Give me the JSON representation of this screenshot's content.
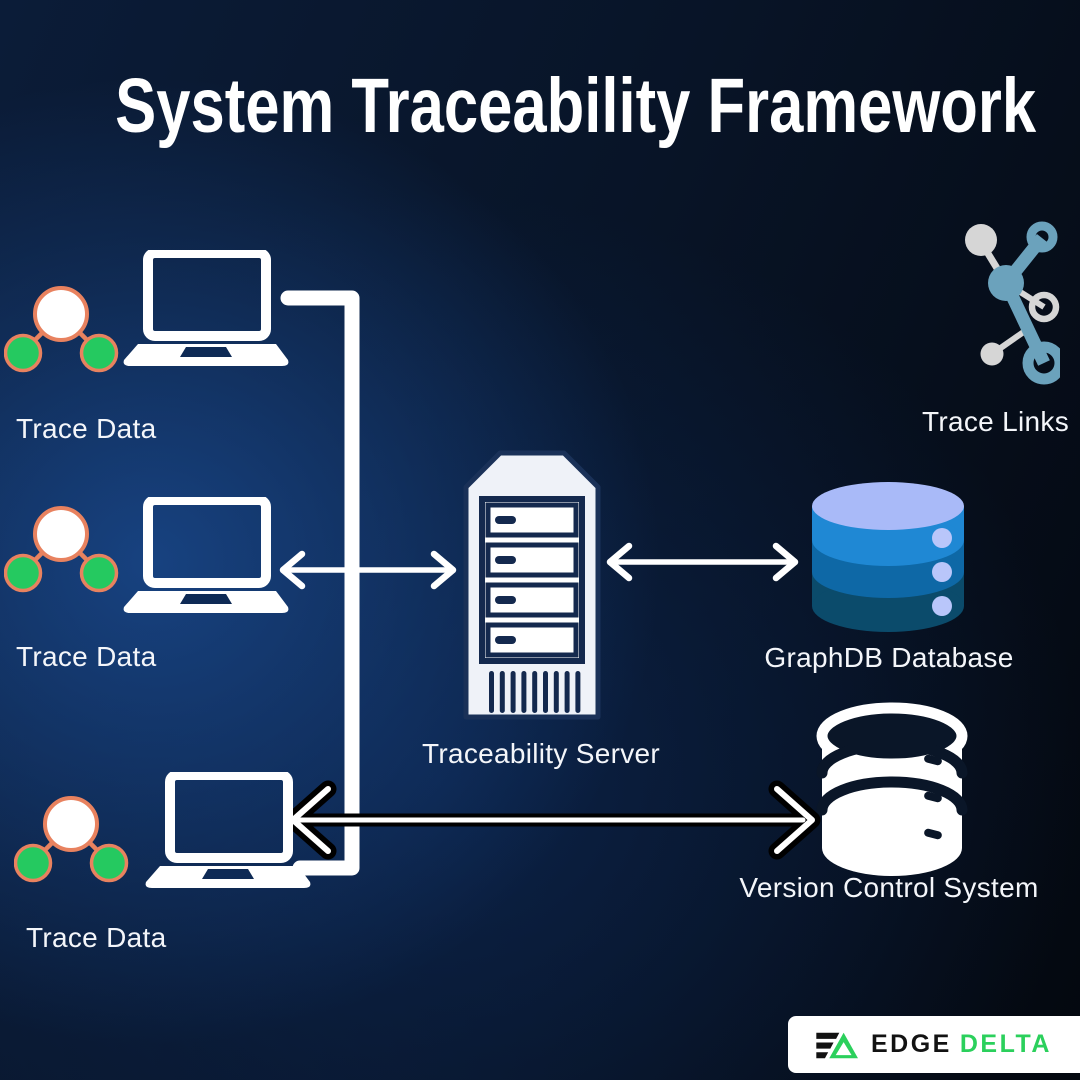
{
  "title": "System Traceability Framework",
  "nodes": {
    "trace_data_1": {
      "label": "Trace Data"
    },
    "trace_data_2": {
      "label": "Trace Data"
    },
    "trace_data_3": {
      "label": "Trace Data"
    },
    "server": {
      "label": "Traceability Server"
    },
    "graphdb": {
      "label": "GraphDB Database"
    },
    "vcs": {
      "label": "Version Control System"
    },
    "trace_links": {
      "label": "Trace Links"
    }
  },
  "icons": {
    "trace_data": "graph-node-icon",
    "laptop": "laptop-icon",
    "server": "server-tower-icon",
    "graphdb": "database-cylinder-icon",
    "vcs": "database-outline-icon",
    "trace_links": "linked-nodes-icon"
  },
  "logo": {
    "edge": "EDGE",
    "delta": "DELTA"
  },
  "colors": {
    "background_navy": "#081427",
    "panel_light": "#eff2f8",
    "outline_navy": "#14294e",
    "node_stroke_salmon": "#e8825f",
    "node_green": "#25c960",
    "links_gray": "#d6d6d6",
    "links_steel_blue": "#6ba2bc",
    "db_top": "#a9baf8",
    "db_band_bright": "#1f88d4",
    "db_band_mid": "#0e68a6",
    "db_band_dark": "#0b4b6b",
    "db_dot": "#b9c6fa",
    "arrow_white": "#ffffff",
    "arrow_black": "#000000",
    "logo_green": "#2bd05c",
    "logo_black": "#121212"
  }
}
